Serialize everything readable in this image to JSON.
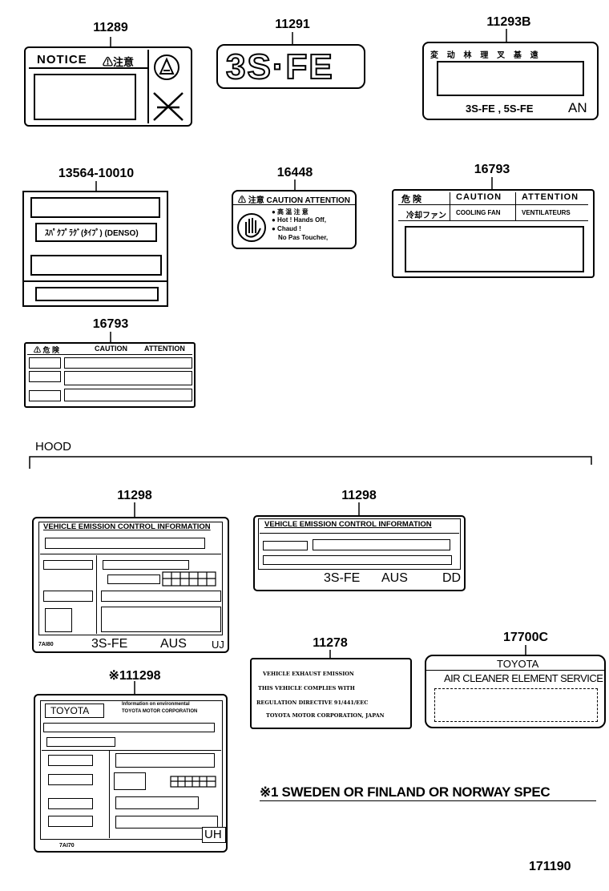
{
  "parts": {
    "p11289": "11289",
    "p11291": "11291",
    "p11293b": "11293B",
    "p13564": "13564-10010",
    "p16448": "16448",
    "p16793a": "16793",
    "p16793b": "16793",
    "p11298a": "11298",
    "p11298b": "11298",
    "p11278": "11278",
    "p17700c": "17700C",
    "p111298": "※111298"
  },
  "labels": {
    "notice": {
      "title": "NOTICE",
      "caution_jp": "⚠注意"
    },
    "engine": {
      "text": "3S·FE"
    },
    "spec": {
      "header": "変 动 林 理 叉 基 遠",
      "models": "3S-FE , 5S-FE",
      "code": "AN"
    },
    "l13564": {
      "inner": "ｽﾊﾟｸﾌﾟﾗｸﾞ(ﾀｲﾌﾟ) (DENSO)"
    },
    "l16448": {
      "head": "⚠ 注意 CAUTION ATTENTION",
      "line1": "● 高 温 注 意",
      "line2": "● Hot ! Hands Off,",
      "line3": "● Chaud !",
      "line4": "No Pas Toucher,"
    },
    "l16793a": {
      "h1": "危 険",
      "h2": "CAUTION",
      "h3": "ATTENTION",
      "r1": "冷却ファン",
      "r2": "COOLING FAN",
      "r3": "VENTILATEURS"
    },
    "l16793b": {
      "h1": "⚠ 危 険",
      "h2": "CAUTION",
      "h3": "ATTENTION"
    },
    "hood": "HOOD",
    "l11298a": {
      "title": "VEHICLE EMISSION CONTROL INFORMATION",
      "code": "7AI80",
      "engine": "3S-FE",
      "market": "AUS",
      "suffix": "UJ"
    },
    "l11298b": {
      "title": "VEHICLE EMISSION CONTROL INFORMATION",
      "engine": "3S-FE",
      "market": "AUS",
      "suffix": "DD"
    },
    "l11278": {
      "line1": "VEHICLE EXHAUST EMISSION",
      "line2": "THIS VEHICLE COMPLIES WITH",
      "line3": "REGULATION DIRECTIVE 91/441/EEC",
      "line4": "TOYOTA MOTOR CORPORATION, JAPAN"
    },
    "l17700c": {
      "brand": "TOYOTA",
      "title": "AIR CLEANER ELEMENT SERVICE"
    },
    "l111298": {
      "brand": "TOYOTA",
      "info1": "Information on environmental",
      "info2": "TOYOTA MOTOR CORPORATION",
      "code": "7AI70",
      "suffix": "UH"
    }
  },
  "footnote": "※1 SWEDEN OR FINLAND OR NORWAY SPEC",
  "diagram_id": "171190"
}
